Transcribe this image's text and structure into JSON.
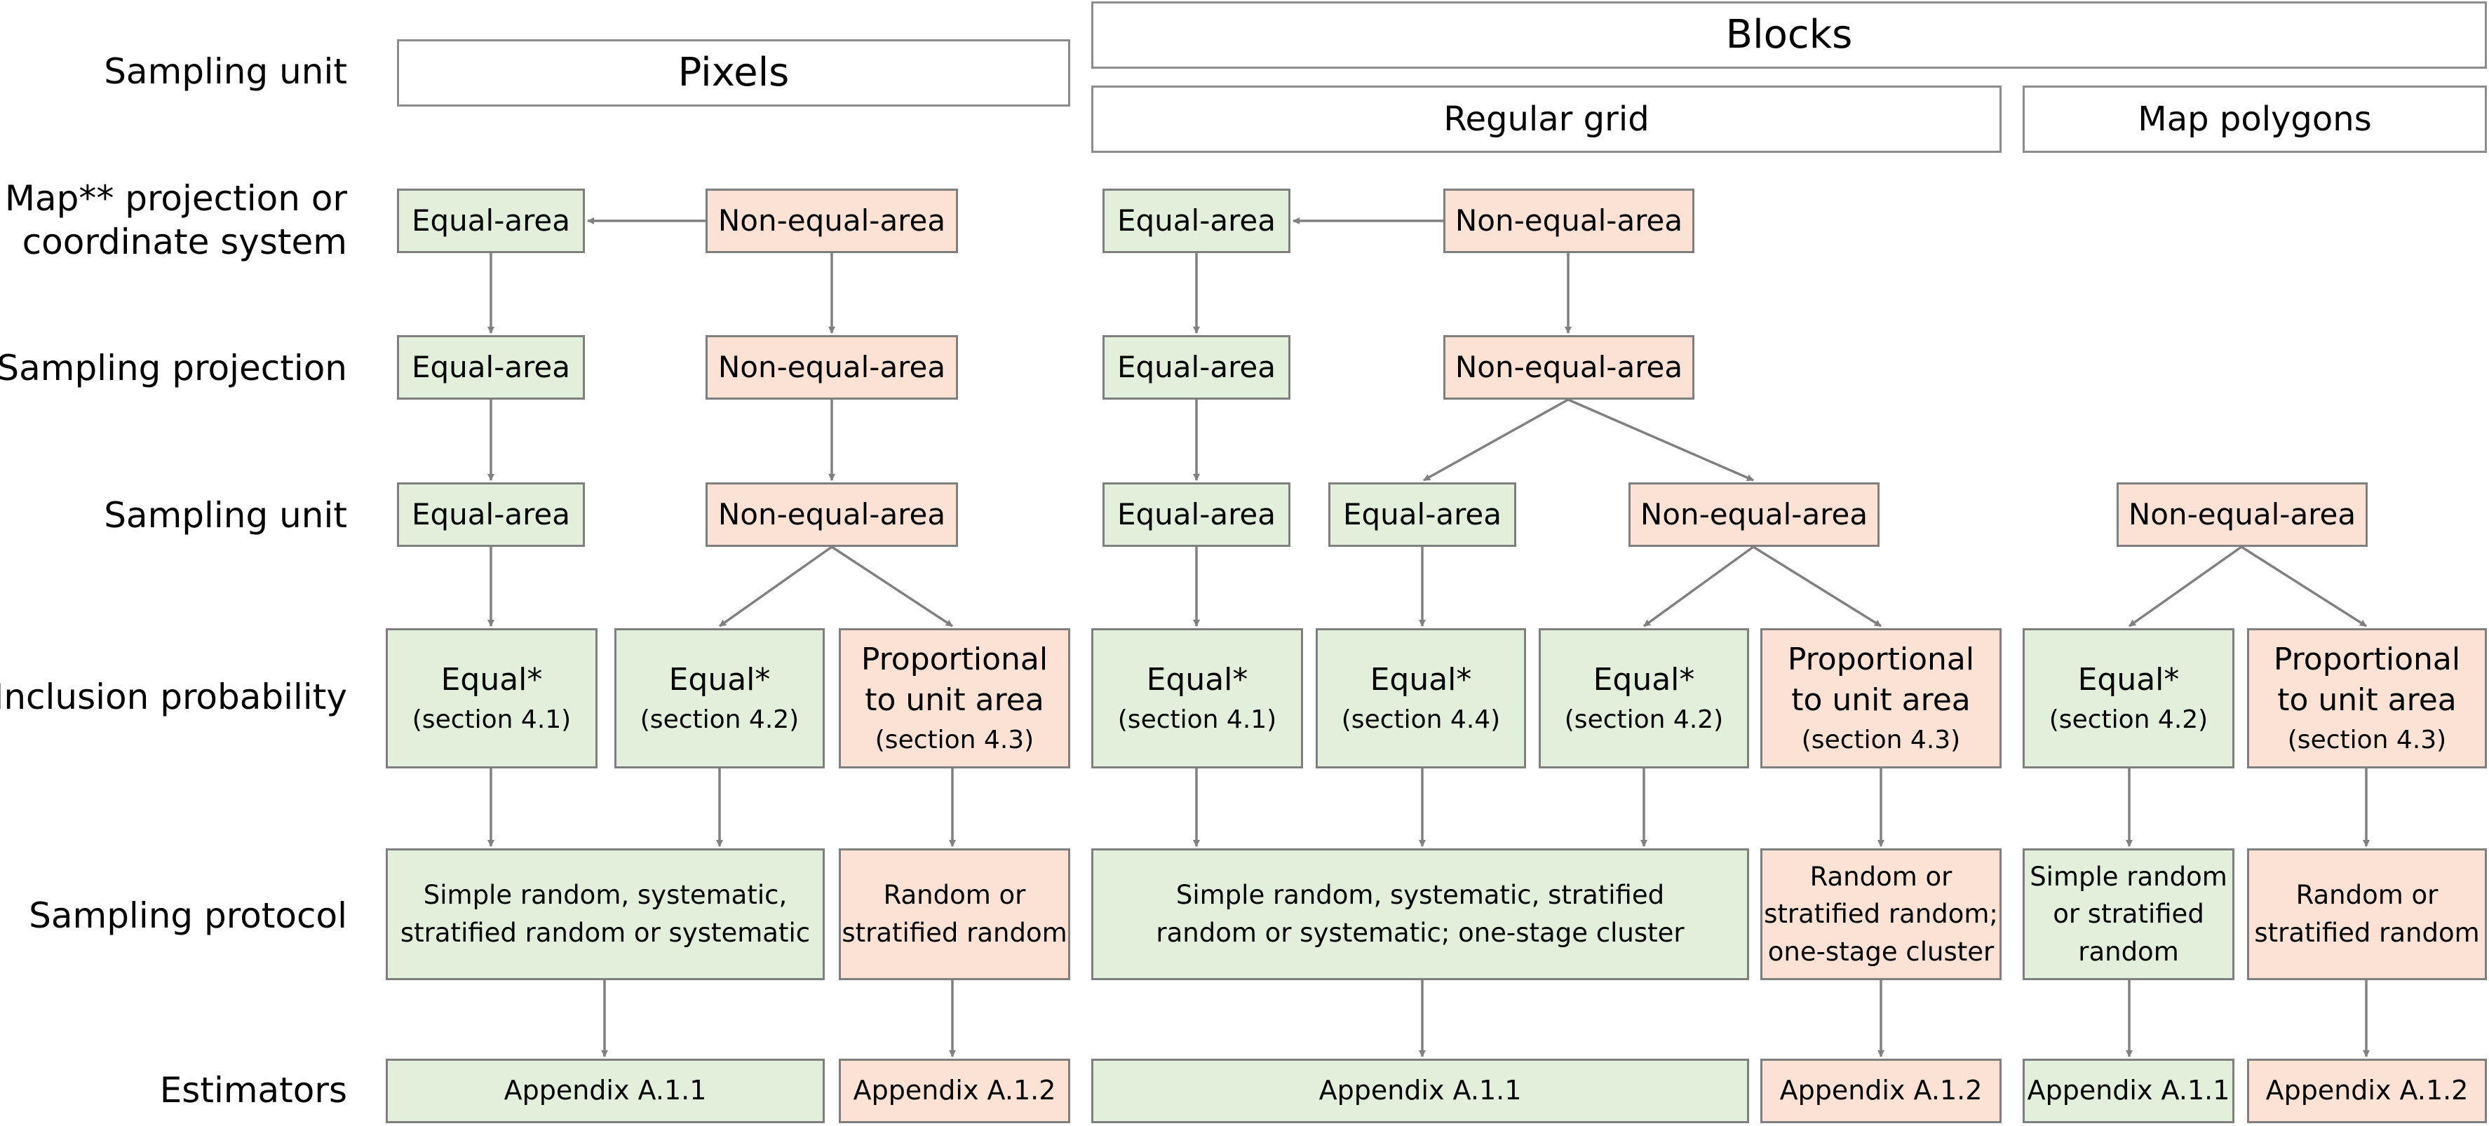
{
  "headers": {
    "pixels": "Pixels",
    "blocks": "Blocks",
    "regular_grid": "Regular grid",
    "map_polygons": "Map polygons"
  },
  "row_labels": {
    "sampling_unit_top": "Sampling unit",
    "map_projection_1": "Map** projection or",
    "map_projection_2": "coordinate system",
    "sampling_projection": "Sampling projection",
    "sampling_unit": "Sampling unit",
    "inclusion_probability": "Inclusion probability",
    "sampling_protocol": "Sampling protocol",
    "estimators": "Estimators"
  },
  "labels": {
    "equal_area": "Equal-area",
    "non_equal_area": "Non-equal-area",
    "equal": "Equal*",
    "proportional_1": "Proportional",
    "proportional_2": "to unit area"
  },
  "sections": {
    "s41": "(section 4.1)",
    "s42": "(section 4.2)",
    "s43": "(section 4.3)",
    "s44": "(section 4.4)"
  },
  "protocols": {
    "pixels_equal_1": "Simple random, systematic,",
    "pixels_equal_2": "stratified random or systematic",
    "random_strat_1": "Random or",
    "random_strat_2": "stratified random",
    "grid_equal_1": "Simple random, systematic, stratified",
    "grid_equal_2": "random or systematic; one-stage cluster",
    "grid_prop_1": "Random or",
    "grid_prop_2": "stratified random;",
    "grid_prop_3": "one-stage cluster",
    "poly_equal_1": "Simple random",
    "poly_equal_2": "or stratified",
    "poly_equal_3": "random"
  },
  "estimators": {
    "a111": "Appendix A.1.1",
    "a112": "Appendix A.1.2"
  },
  "colors": {
    "equal_fill": "#e2efda",
    "non_equal_fill": "#fbe2d5",
    "border": "#7f7f7f",
    "arrow": "#808080"
  }
}
